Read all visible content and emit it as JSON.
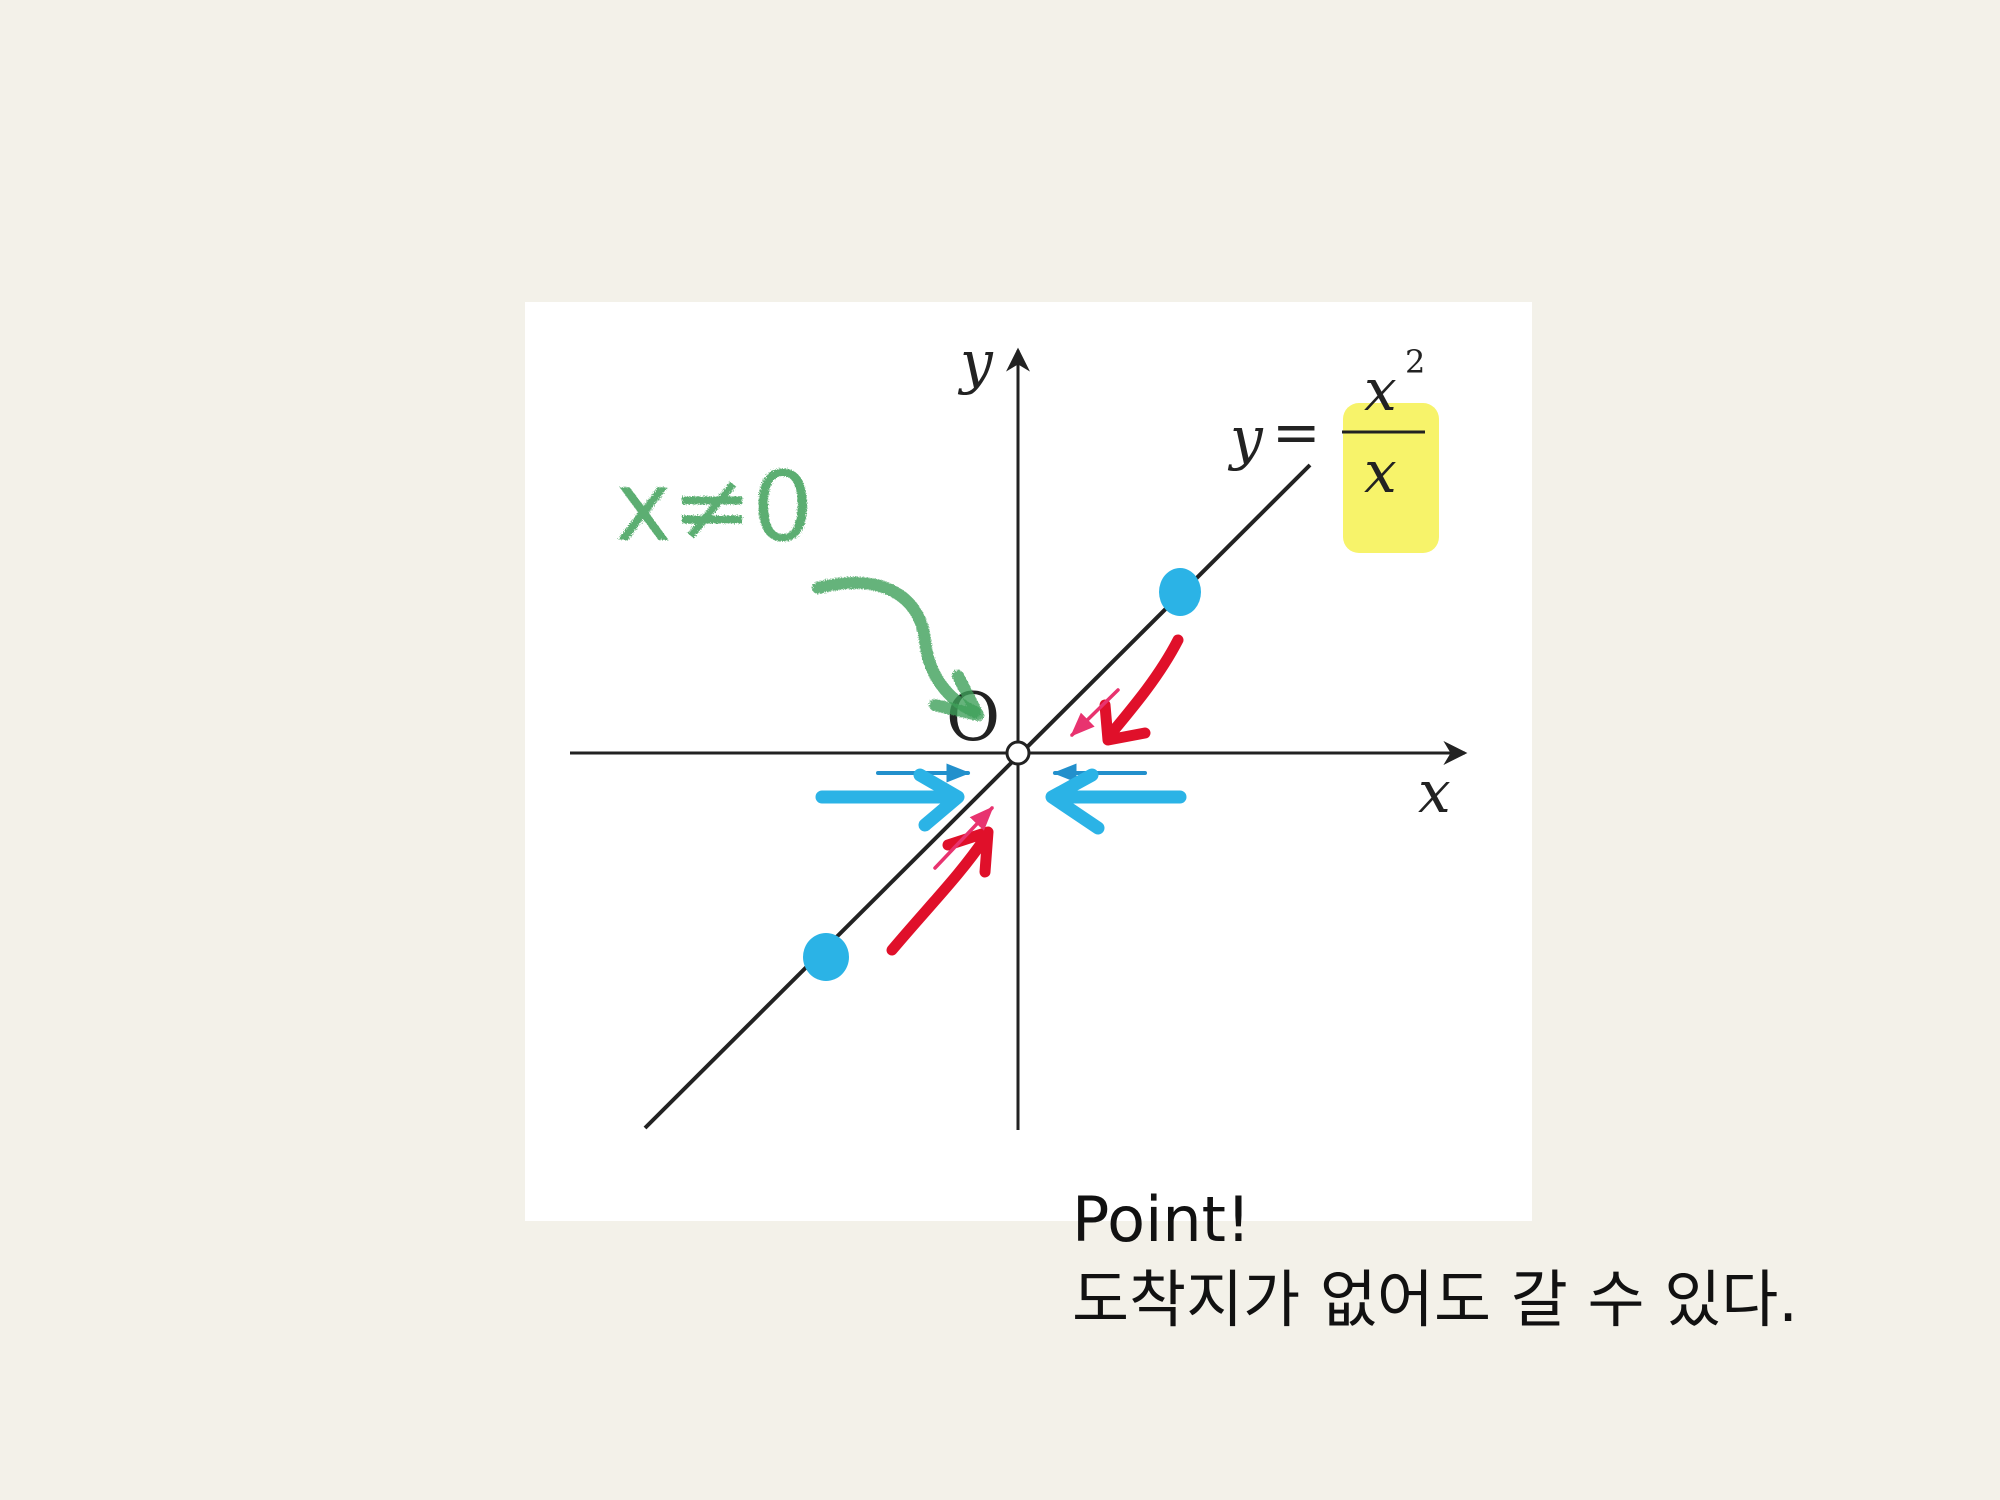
{
  "figure": {
    "axis_x_label": "x",
    "axis_y_label": "y",
    "origin_label": "O",
    "equation": {
      "lhs": "y",
      "equals": "=",
      "numerator": "x",
      "numerator_exponent": "2",
      "denominator": "x"
    },
    "handwritten_note": "x≠0"
  },
  "caption": {
    "line1": "Point!",
    "line2": "도착지가 없어도 갈 수 있다."
  },
  "colors": {
    "background": "#f3f1e9",
    "figure_background": "#ffffff",
    "axis": "#222222",
    "highlight": "#f7f36a",
    "note_green": "#3fa05a",
    "arrow_blue": "#2bb3e6",
    "arrow_red": "#e0102a",
    "arrow_pink": "#e8336f"
  }
}
